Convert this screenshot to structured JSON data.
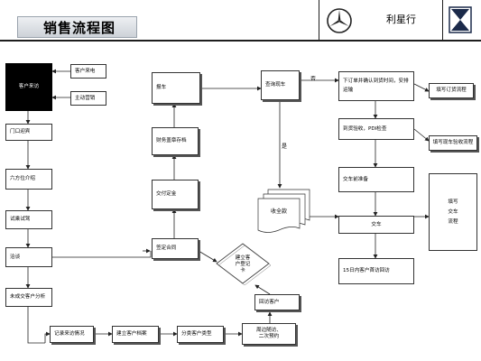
{
  "header": {
    "title": "销售流程图",
    "company": "利星行",
    "logos": [
      "mercedes-star-icon",
      "hourglass-logo-icon"
    ]
  },
  "nodes": {
    "customer_visit": "客户来访",
    "customer_call": "客户来电",
    "active_sales": "主动营销",
    "reception": "门口迎宾",
    "six_point": "六方位介绍",
    "test_drive": "试乘试驾",
    "negotiate": "洽谈",
    "analysis": "未成交客户分析",
    "record": "记录来访情况",
    "create_file": "建立客户档案",
    "classify": "分类客户类型",
    "followup_line1": "周边随访、",
    "followup_line2": "二次预约",
    "revisit": "回访客户",
    "create_record_line1": "建立客",
    "create_record_line2": "户登记",
    "create_record_line3": "卡",
    "contract": "签定合同",
    "deposit": "交付定金",
    "finance_stock": "财务盖章存档",
    "report": "报车",
    "stock_check": "查询现车",
    "order_confirm_line1": "下订单并确认到货时间，安排",
    "order_confirm_line2": "运输",
    "pdi": "到货验收，PDI检查",
    "form": "收全款",
    "delivery_prep": "交车前准备",
    "delivery": "交车",
    "return_visit": "15日内客户首访回访",
    "notify_order": "填写订货流程",
    "notify_accept": "填写现车验收流程",
    "side_line1": "填写",
    "side_line2": "交车",
    "side_line3": "流程"
  },
  "edge_labels": {
    "no": "否",
    "yes": "是"
  }
}
